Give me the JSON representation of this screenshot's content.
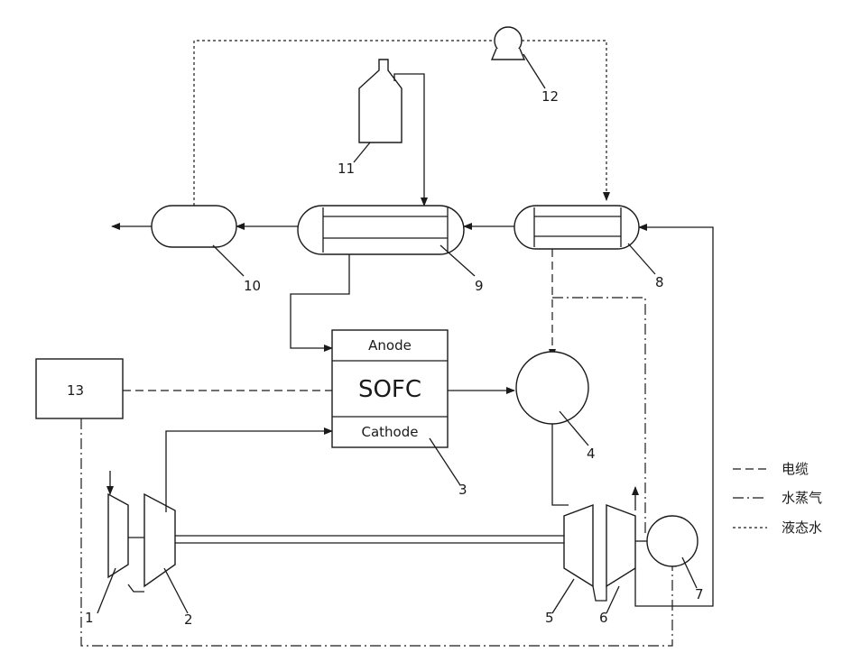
{
  "labels": {
    "n1": "1",
    "n2": "2",
    "n3": "3",
    "n4": "4",
    "n5": "5",
    "n6": "6",
    "n7": "7",
    "n8": "8",
    "n9": "9",
    "n10": "10",
    "n11": "11",
    "n12": "12",
    "n13": "13"
  },
  "sofc": {
    "anode": "Anode",
    "core": "SOFC",
    "cathode": "Cathode"
  },
  "legend": {
    "electric": "电缆",
    "steam": "水蒸气",
    "liquid_water": "液态水"
  }
}
